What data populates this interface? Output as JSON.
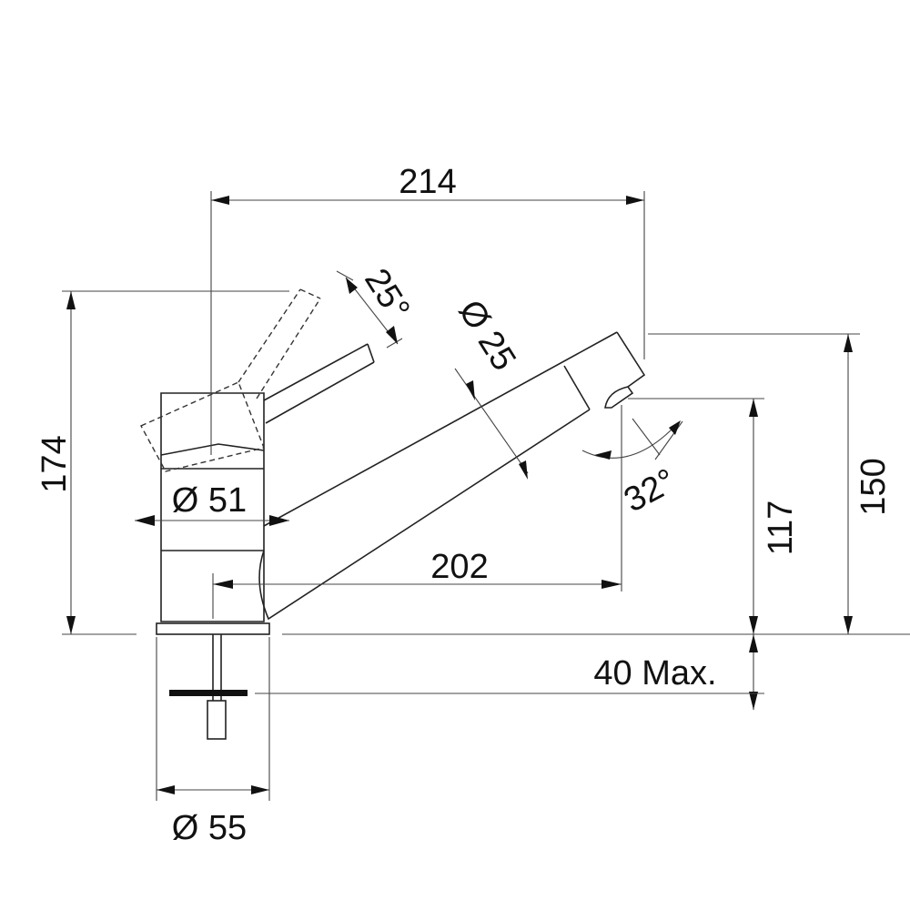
{
  "dimensions": {
    "width_total": "214",
    "lever_angle": "25°",
    "spout_diameter": "Ø 25",
    "height_total": "174",
    "body_diameter": "Ø 51",
    "spout_reach": "202",
    "swivel_angle": "32°",
    "spout_height": "117",
    "outlet_height": "150",
    "max_thickness": "40 Max.",
    "base_diameter": "Ø 55"
  }
}
